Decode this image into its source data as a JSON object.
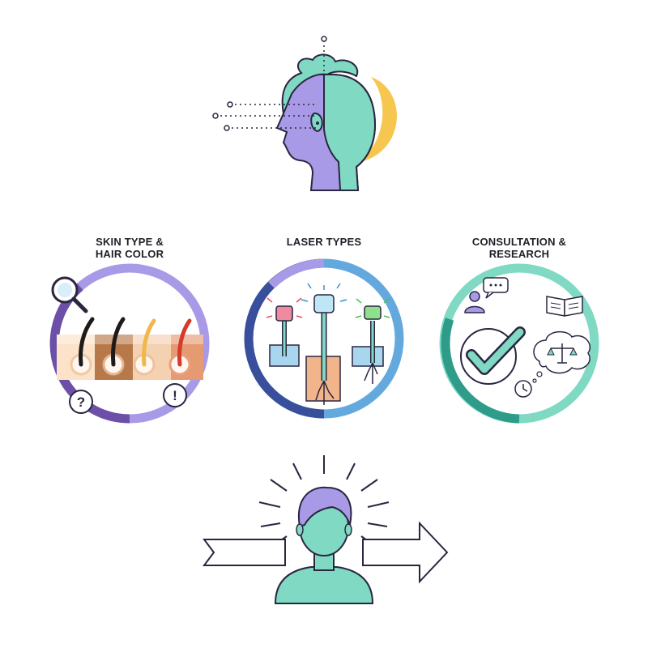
{
  "sections": [
    {
      "id": "skin",
      "title": "SKIN TYPE &\nHAIR COLOR"
    },
    {
      "id": "laser",
      "title": "LASER TYPES"
    },
    {
      "id": "consult",
      "title": "CONSULTATION &\nRESEARCH"
    }
  ],
  "colors": {
    "ink": "#2a2640",
    "purple": "#a89ae6",
    "purple_dark": "#6c4fa6",
    "teal": "#7fd9c3",
    "teal_dark": "#2f9c8a",
    "blue_dark": "#3a4f9c",
    "blue_light": "#64a9dd",
    "yellow": "#f7c64e",
    "skin_tones": [
      "#fbe2c9",
      "#b8794a",
      "#f3d1b1",
      "#e59a72"
    ],
    "hair_colors": [
      "#1e1a1a",
      "#1e1a1a",
      "#f0b84b",
      "#d63a2c"
    ]
  },
  "icons": {
    "top": "head-scan-icon",
    "search": "magnifier-icon",
    "question": "question-icon",
    "alert": "exclamation-icon",
    "chat": "speech-bubble-icon",
    "book": "book-icon",
    "check": "checkmark-icon",
    "scales": "scales-icon",
    "clock": "clock-icon",
    "bottom": "person-glow-icon"
  }
}
